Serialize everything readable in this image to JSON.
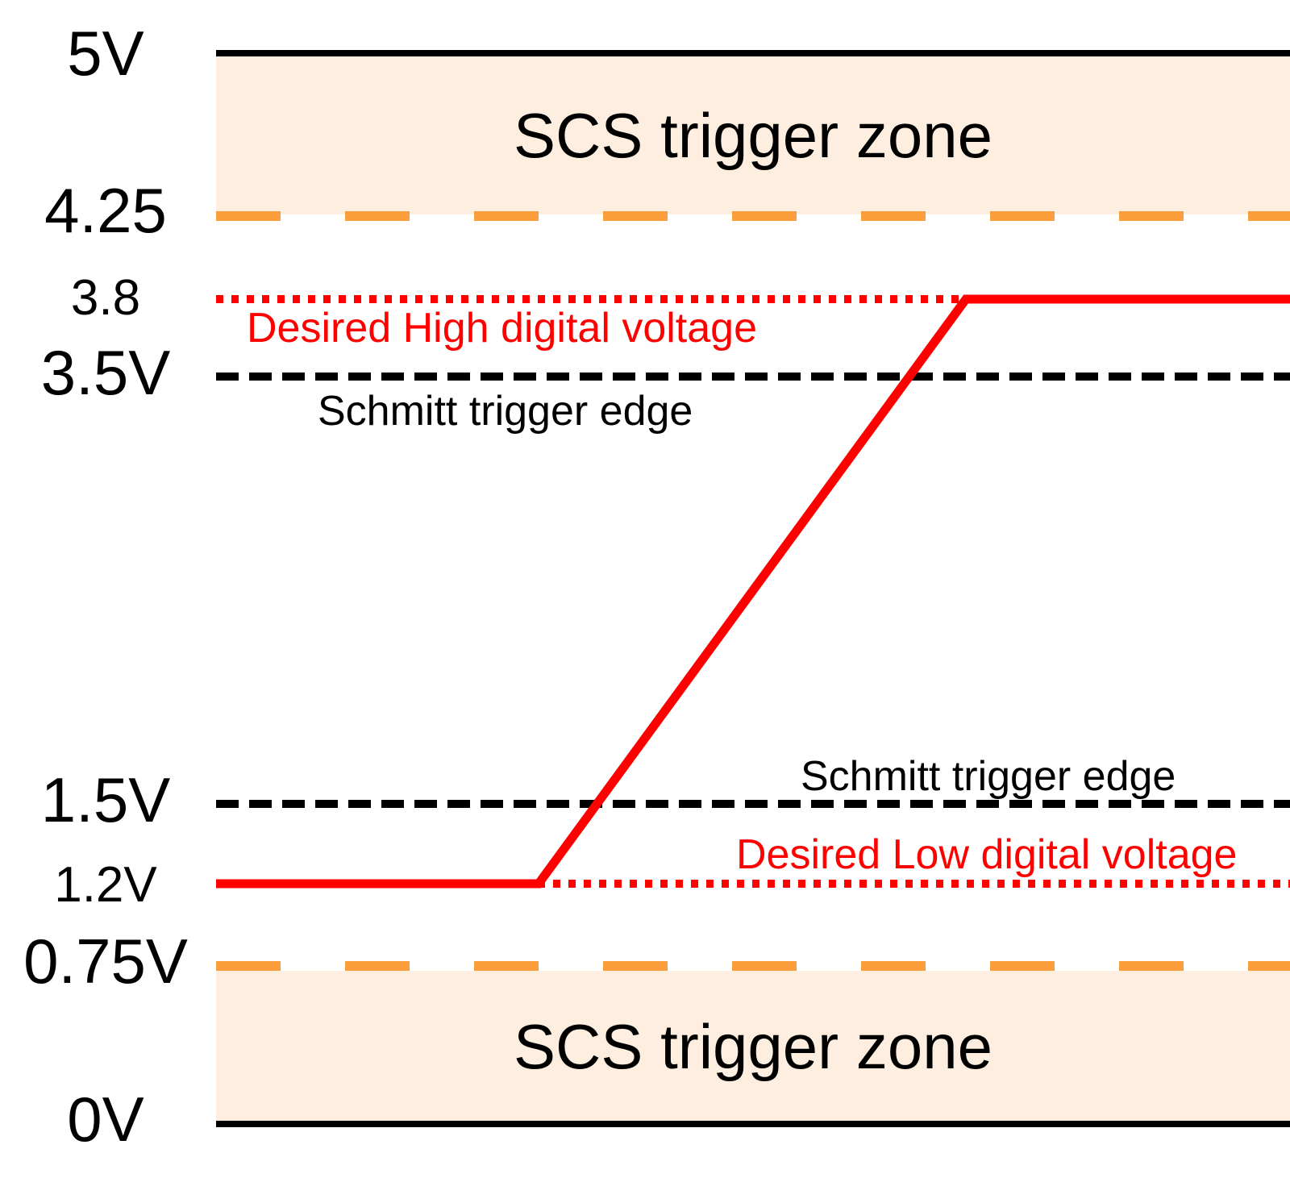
{
  "chart_data": {
    "type": "line",
    "description": "Voltage threshold diagram comparing SCS trigger zones, Schmitt trigger edges and desired digital logic voltages on a 0-5V supply scale, with a red signal trace transitioning from low to high",
    "y_unit": "V",
    "ylim": [
      0,
      5
    ],
    "grid": false,
    "axis_tick_labels": [
      "5V",
      "4.25",
      "3.8",
      "3.5V",
      "1.5V",
      "1.2V",
      "0.75V",
      "0V"
    ],
    "levels": [
      {
        "name": "supply-rail",
        "value": 5,
        "style": "solid",
        "color": "#000000",
        "label": ""
      },
      {
        "name": "scs-high-threshold",
        "value": 4.25,
        "style": "dashed",
        "color": "#FB9D3B",
        "label": ""
      },
      {
        "name": "desired-high",
        "value": 3.8,
        "style": "dotted",
        "color": "#FF0000",
        "label": "Desired High digital voltage"
      },
      {
        "name": "schmitt-high-edge",
        "value": 3.5,
        "style": "dashed",
        "color": "#000000",
        "label": "Schmitt trigger edge"
      },
      {
        "name": "schmitt-low-edge",
        "value": 1.5,
        "style": "dashed",
        "color": "#000000",
        "label": "Schmitt trigger edge"
      },
      {
        "name": "desired-low",
        "value": 1.2,
        "style": "dotted",
        "color": "#FF0000",
        "label": "Desired Low digital voltage"
      },
      {
        "name": "scs-low-threshold",
        "value": 0.75,
        "style": "dashed",
        "color": "#FB9D3B",
        "label": ""
      },
      {
        "name": "ground-rail",
        "value": 0,
        "style": "solid",
        "color": "#000000",
        "label": ""
      }
    ],
    "zones": [
      {
        "label": "SCS trigger zone",
        "from_v": 4.25,
        "to_v": 5,
        "fill": "#FDEEDF"
      },
      {
        "label": "SCS trigger zone",
        "from_v": 0,
        "to_v": 0.75,
        "fill": "#FDEEDF"
      }
    ],
    "signal": {
      "name": "digital-signal-transition",
      "color": "#FF0000",
      "points_v": [
        1.2,
        1.2,
        3.8,
        3.8
      ],
      "points_x_fraction": [
        0.0,
        0.3,
        0.7,
        1.0
      ]
    }
  },
  "axis": {
    "v5": "5V",
    "v425": "4.25",
    "v38": "3.8",
    "v35": "3.5V",
    "v15": "1.5V",
    "v12": "1.2V",
    "v075": "0.75V",
    "v0": "0V"
  },
  "labels": {
    "zone_top": "SCS trigger zone",
    "zone_bottom": "SCS trigger zone",
    "desired_high": "Desired High digital voltage",
    "schmitt_top": "Schmitt trigger edge",
    "schmitt_bottom": "Schmitt trigger edge",
    "desired_low": "Desired Low digital voltage"
  },
  "colors": {
    "signal_red": "#FF0000",
    "scs_orange": "#FB9D3B",
    "zone_fill": "#FDEEDF",
    "line_black": "#000000"
  }
}
